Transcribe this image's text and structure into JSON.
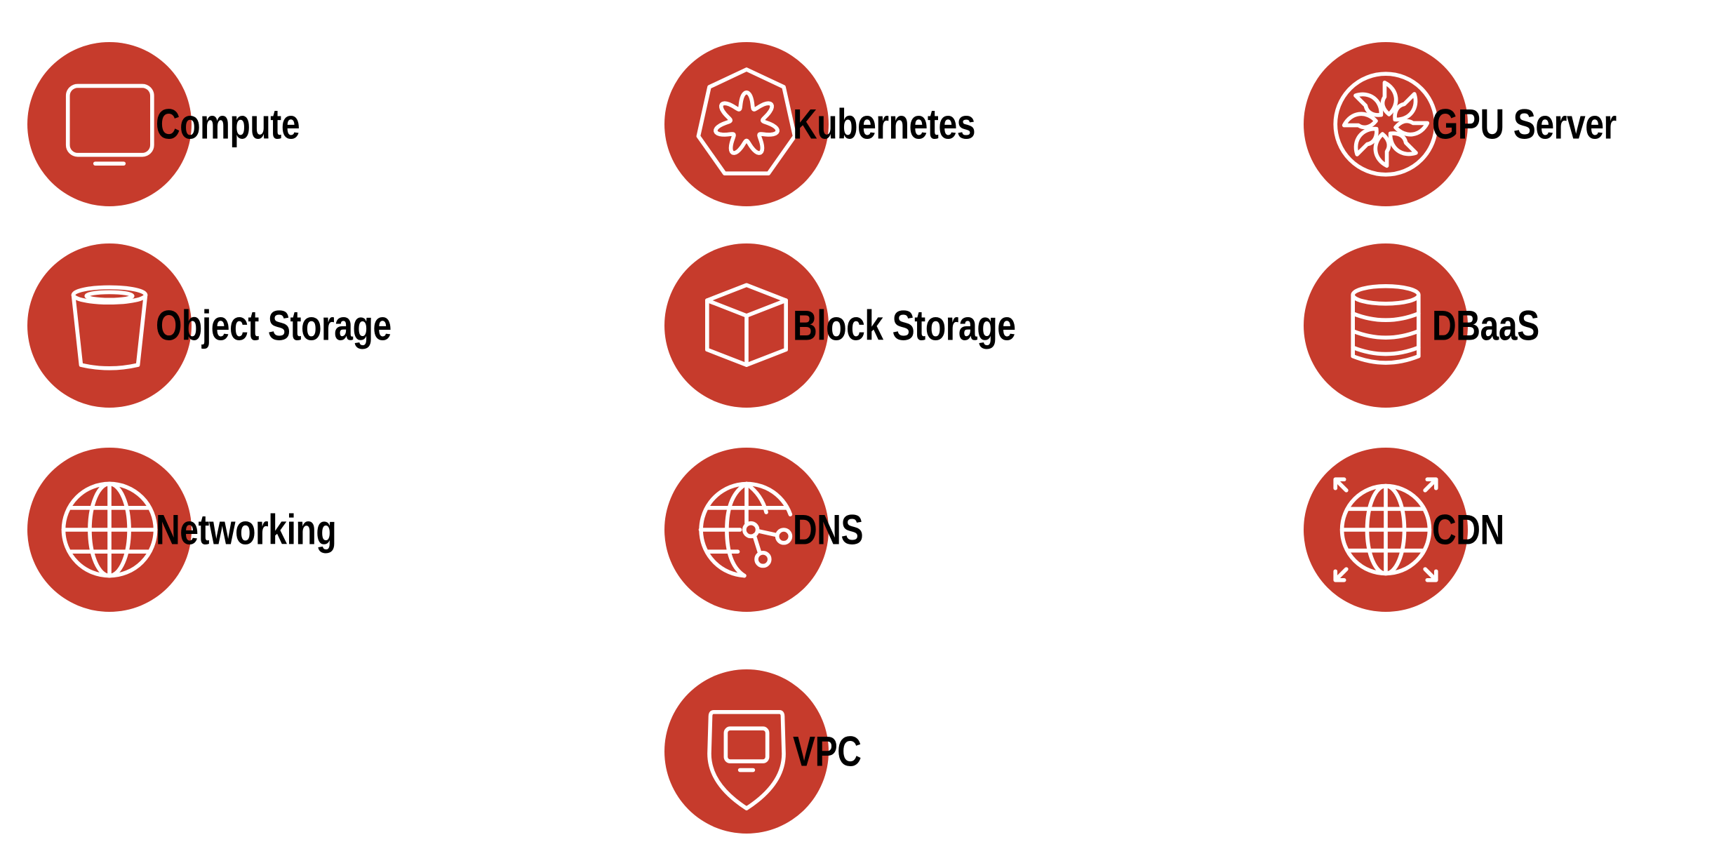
{
  "accent_color": "#C63B2C",
  "services": [
    {
      "label": "Compute",
      "icon": "monitor-icon"
    },
    {
      "label": "Kubernetes",
      "icon": "kubernetes-icon"
    },
    {
      "label": "GPU Server",
      "icon": "gpu-fan-icon"
    },
    {
      "label": "Object Storage",
      "icon": "bucket-icon"
    },
    {
      "label": "Block Storage",
      "icon": "cube-icon"
    },
    {
      "label": "DBaaS",
      "icon": "database-icon"
    },
    {
      "label": "Networking",
      "icon": "globe-icon"
    },
    {
      "label": "DNS",
      "icon": "globe-nodes-icon"
    },
    {
      "label": "CDN",
      "icon": "globe-arrows-icon"
    },
    {
      "label": "VPC",
      "icon": "shield-monitor-icon"
    }
  ]
}
